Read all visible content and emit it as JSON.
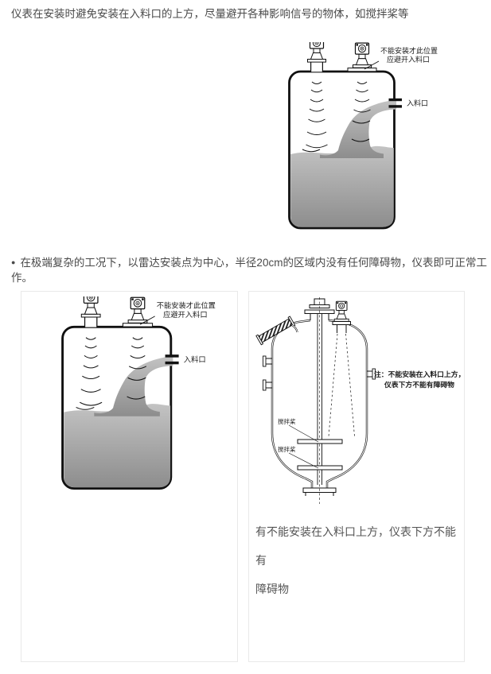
{
  "page": {
    "intro_text": "仪表在安装时避免安装在入料口的上方，尽量避开各种影响信号的物体，如搅拌桨等",
    "bullet": {
      "glyph": "●",
      "text": "在极端复杂的工况下，以雷达安装点为中心，半径20cm的区域内没有任何障碍物，仪表即可正常工作。"
    }
  },
  "tank_diagram": {
    "no_install_label_line1": "不能安装才此位置",
    "no_install_label_line2": "应避开入料口",
    "inlet_label": "入料口"
  },
  "reactor_diagram": {
    "note_line1": "注：不能安装在入料口上方，",
    "note_line2": "仪表下方不能有障碍物",
    "stirrer_label": "搅拌桨",
    "caption_line1": "有不能安装在入料口上方，仪表下方不能有",
    "caption_line2": "障碍物"
  },
  "colors": {
    "material_gray_top": "#c3c3c3",
    "material_gray_bottom": "#8d8d8d",
    "diagram_line": "#111111",
    "box_border": "#e9e9e9",
    "body_text": "#4a4a4a"
  }
}
